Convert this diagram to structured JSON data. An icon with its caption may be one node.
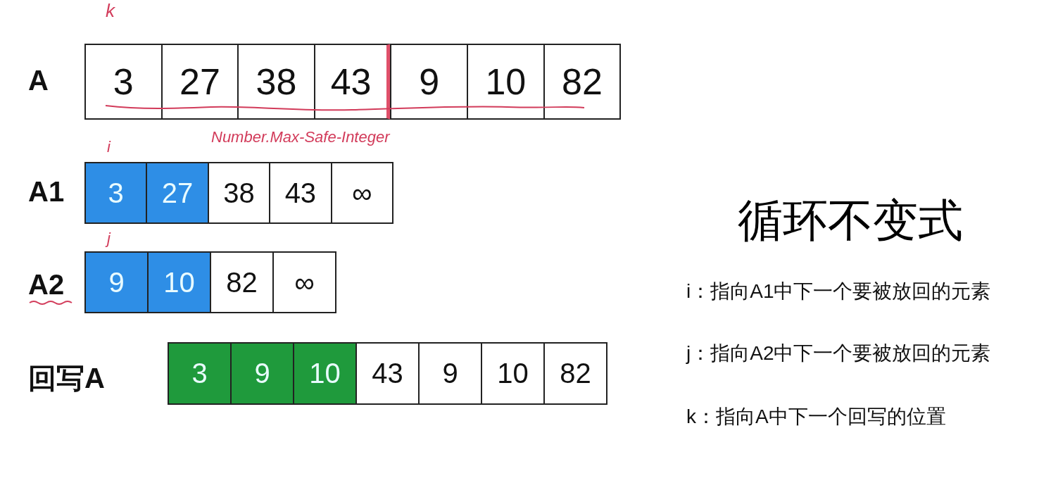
{
  "diagram": {
    "title": "循环不变式",
    "nodes": [
      {
        "text": [
          "3"
        ]
      },
      {
        "text": [
          "27"
        ]
      },
      {
        "text": [
          "38"
        ]
      },
      {
        "text": [
          "43"
        ]
      },
      {
        "text": [
          "9"
        ]
      },
      {
        "text": [
          "10"
        ]
      },
      {
        "text": [
          "82"
        ]
      },
      {
        "text": [
          "3"
        ]
      },
      {
        "text": [
          "27"
        ]
      },
      {
        "text": [
          "38"
        ]
      },
      {
        "text": [
          "43"
        ]
      },
      {
        "text": [
          "∞"
        ]
      },
      {
        "text": [
          "9"
        ]
      },
      {
        "text": [
          "10"
        ]
      },
      {
        "text": [
          "82"
        ]
      },
      {
        "text": [
          "∞"
        ]
      },
      {
        "text": [
          "3"
        ]
      },
      {
        "text": [
          "9"
        ]
      },
      {
        "text": [
          "10"
        ]
      },
      {
        "text": [
          "43"
        ]
      },
      {
        "text": [
          "9"
        ]
      },
      {
        "text": [
          "10"
        ]
      },
      {
        "text": [
          "82"
        ]
      }
    ],
    "edges": [],
    "labels": [
      "k",
      "A",
      "Number.Max-Safe-Integer",
      "i",
      "A1",
      "j",
      "A2",
      "回写A",
      "i：指向A1中下一个要被放回的元素",
      "j：指向A2中下一个要被放回的元素",
      "k：指向A中下一个回写的位置"
    ]
  }
}
